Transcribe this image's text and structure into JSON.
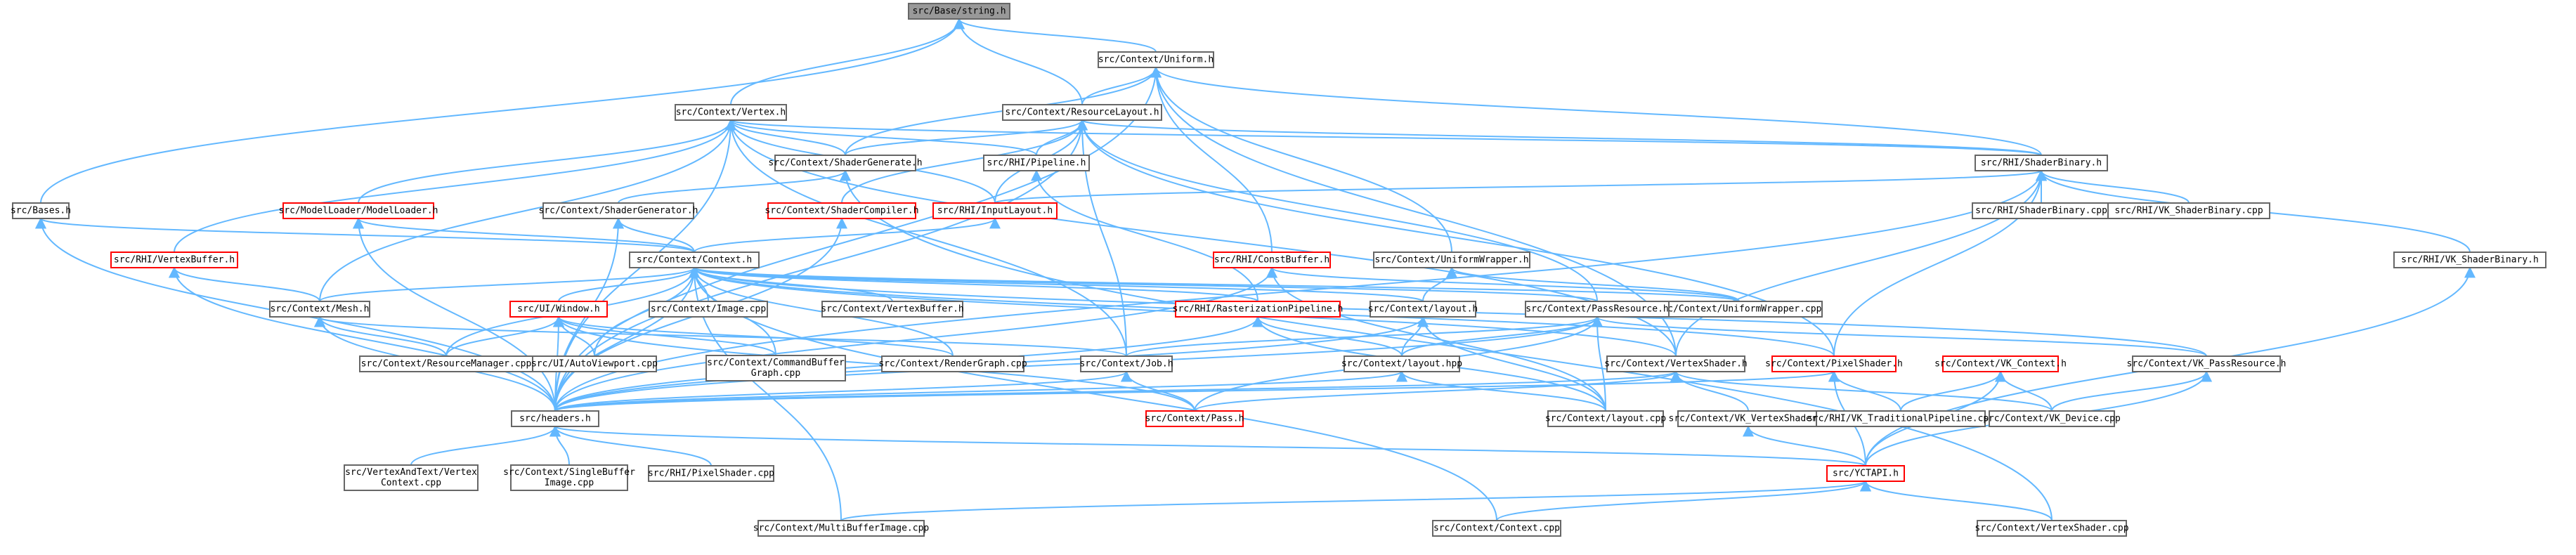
{
  "nodes": [
    {
      "id": "string",
      "label": "src/Base/string.h",
      "kind": "root"
    },
    {
      "id": "uniform",
      "label": "src/Context/Uniform.h"
    },
    {
      "id": "vertex",
      "label": "src/Context/Vertex.h"
    },
    {
      "id": "reslayout",
      "label": "src/Context/ResourceLayout.h"
    },
    {
      "id": "bases",
      "label": "src/Bases.h"
    },
    {
      "id": "shadergenerate",
      "label": "src/Context/ShaderGenerate.h"
    },
    {
      "id": "pipeline",
      "label": "src/RHI/Pipeline.h"
    },
    {
      "id": "modelloader",
      "label": "src/ModelLoader/ModelLoader.h",
      "kind": "red"
    },
    {
      "id": "shadergenerator",
      "label": "src/Context/ShaderGenerator.h"
    },
    {
      "id": "shadercompiler",
      "label": "src/Context/ShaderCompiler.h",
      "kind": "red"
    },
    {
      "id": "inputlayout",
      "label": "src/RHI/InputLayout.h",
      "kind": "red"
    },
    {
      "id": "shaderbinary",
      "label": "src/RHI/ShaderBinary.h"
    },
    {
      "id": "shaderbinarycpp",
      "label": "src/RHI/ShaderBinary.cpp"
    },
    {
      "id": "vkshaderbinarycpp",
      "label": "src/RHI/VK_ShaderBinary.cpp"
    },
    {
      "id": "vkshaderbinary",
      "label": "src/RHI/VK_ShaderBinary.h"
    },
    {
      "id": "rhivertexbuffer",
      "label": "src/RHI/VertexBuffer.h",
      "kind": "red"
    },
    {
      "id": "context",
      "label": "src/Context/Context.h"
    },
    {
      "id": "constbuffer",
      "label": "src/RHI/ConstBuffer.h",
      "kind": "red"
    },
    {
      "id": "uniformwrapper",
      "label": "src/Context/UniformWrapper.h"
    },
    {
      "id": "uniformwrappercpp",
      "label": "src/Context/UniformWrapper.cpp"
    },
    {
      "id": "mesh",
      "label": "src/Context/Mesh.h"
    },
    {
      "id": "uiwindow",
      "label": "src/UI/Window.h",
      "kind": "red"
    },
    {
      "id": "image",
      "label": "src/Context/Image.cpp"
    },
    {
      "id": "ctxvertexbuffer",
      "label": "src/Context/VertexBuffer.h"
    },
    {
      "id": "raster",
      "label": "src/RHI/RasterizationPipeline.h",
      "kind": "red"
    },
    {
      "id": "layouth",
      "label": "src/Context/layout.h"
    },
    {
      "id": "passres",
      "label": "src/Context/PassResource.h"
    },
    {
      "id": "resmanager",
      "label": "src/Context/ResourceManager.cpp"
    },
    {
      "id": "autoviewport",
      "label": "src/UI/AutoViewport.cpp"
    },
    {
      "id": "cmdbuf",
      "label": [
        "src/Context/CommandBuffer",
        "Graph.cpp"
      ]
    },
    {
      "id": "rendergraph",
      "label": "src/Context/RenderGraph.cpp"
    },
    {
      "id": "job",
      "label": "src/Context/Job.h"
    },
    {
      "id": "layouthpp",
      "label": "src/Context/layout.hpp"
    },
    {
      "id": "vertexshader",
      "label": "src/Context/VertexShader.h"
    },
    {
      "id": "pixelshader",
      "label": "src/Context/PixelShader.h",
      "kind": "red"
    },
    {
      "id": "vkcontext",
      "label": "src/Context/VK_Context.h",
      "kind": "red"
    },
    {
      "id": "vkpassres",
      "label": "src/Context/VK_PassResource.h"
    },
    {
      "id": "headers",
      "label": "src/headers.h"
    },
    {
      "id": "pass",
      "label": "src/Context/Pass.h",
      "kind": "red"
    },
    {
      "id": "layoutcpp",
      "label": "src/Context/layout.cpp"
    },
    {
      "id": "vkvertexshader",
      "label": "src/Context/VK_VertexShader.h"
    },
    {
      "id": "vktradpipe",
      "label": "src/RHI/VK_TraditionalPipeline.cpp"
    },
    {
      "id": "vkdevice",
      "label": "src/Context/VK_Device.cpp"
    },
    {
      "id": "vertexandtext",
      "label": [
        "src/VertexAndText/Vertex",
        "Context.cpp"
      ]
    },
    {
      "id": "singlebuffer",
      "label": [
        "src/Context/SingleBuffer",
        "Image.cpp"
      ]
    },
    {
      "id": "rhipixelshader",
      "label": "src/RHI/PixelShader.cpp"
    },
    {
      "id": "yctapi",
      "label": "src/YCTAPI.h",
      "kind": "red"
    },
    {
      "id": "multibuffer",
      "label": "src/Context/MultiBufferImage.cpp"
    },
    {
      "id": "contextcpp",
      "label": "src/Context/Context.cpp"
    },
    {
      "id": "vertexshadercpp",
      "label": "src/Context/VertexShader.cpp"
    }
  ],
  "edges": [
    [
      "uniform",
      "string"
    ],
    [
      "vertex",
      "string"
    ],
    [
      "reslayout",
      "string"
    ],
    [
      "bases",
      "string"
    ],
    [
      "reslayout",
      "uniform"
    ],
    [
      "shadergenerate",
      "uniform"
    ],
    [
      "constbuffer",
      "uniform"
    ],
    [
      "uniformwrapper",
      "uniform"
    ],
    [
      "shaderbinary",
      "uniform"
    ],
    [
      "headers",
      "uniform"
    ],
    [
      "vertexshader",
      "uniform"
    ],
    [
      "rhivertexbuffer",
      "vertex"
    ],
    [
      "modelloader",
      "vertex"
    ],
    [
      "shadergenerate",
      "vertex"
    ],
    [
      "pipeline",
      "vertex"
    ],
    [
      "mesh",
      "vertex"
    ],
    [
      "job",
      "vertex"
    ],
    [
      "headers",
      "vertex"
    ],
    [
      "inputlayout",
      "vertex"
    ],
    [
      "vertexshader",
      "vertex"
    ],
    [
      "shaderbinary",
      "vertex"
    ],
    [
      "pipeline",
      "reslayout"
    ],
    [
      "shadergenerate",
      "reslayout"
    ],
    [
      "shadercompiler",
      "reslayout"
    ],
    [
      "inputlayout",
      "reslayout"
    ],
    [
      "shaderbinary",
      "reslayout"
    ],
    [
      "job",
      "reslayout"
    ],
    [
      "headers",
      "reslayout"
    ],
    [
      "passres",
      "reslayout"
    ],
    [
      "pixelshader",
      "reslayout"
    ],
    [
      "context",
      "bases"
    ],
    [
      "headers",
      "bases"
    ],
    [
      "shadergenerator",
      "shadergenerate"
    ],
    [
      "vertexshadercpp",
      "shadergenerate"
    ],
    [
      "raster",
      "pipeline"
    ],
    [
      "context",
      "modelloader"
    ],
    [
      "headers",
      "modelloader"
    ],
    [
      "context",
      "shadergenerator"
    ],
    [
      "headers",
      "shadergenerator"
    ],
    [
      "headers",
      "shadercompiler"
    ],
    [
      "context",
      "inputlayout"
    ],
    [
      "shaderbinarycpp",
      "shaderbinary"
    ],
    [
      "vkshaderbinarycpp",
      "shaderbinary"
    ],
    [
      "vkshaderbinary",
      "shaderbinary"
    ],
    [
      "vertexshader",
      "shaderbinary"
    ],
    [
      "pixelshader",
      "shaderbinary"
    ],
    [
      "headers",
      "shaderbinary"
    ],
    [
      "inputlayout",
      "shaderbinary"
    ],
    [
      "yctapi",
      "vkshaderbinary"
    ],
    [
      "mesh",
      "rhivertexbuffer"
    ],
    [
      "headers",
      "rhivertexbuffer"
    ],
    [
      "mesh",
      "context"
    ],
    [
      "uiwindow",
      "context"
    ],
    [
      "image",
      "context"
    ],
    [
      "ctxvertexbuffer",
      "context"
    ],
    [
      "raster",
      "context"
    ],
    [
      "layouth",
      "context"
    ],
    [
      "passres",
      "context"
    ],
    [
      "resmanager",
      "context"
    ],
    [
      "autoviewport",
      "context"
    ],
    [
      "cmdbuf",
      "context"
    ],
    [
      "rendergraph",
      "context"
    ],
    [
      "headers",
      "context"
    ],
    [
      "multibuffer",
      "context"
    ],
    [
      "contextcpp",
      "context"
    ],
    [
      "uniformwrappercpp",
      "context"
    ],
    [
      "vkpassres",
      "context"
    ],
    [
      "vertexshader",
      "context"
    ],
    [
      "pixelshader",
      "context"
    ],
    [
      "layoutcpp",
      "constbuffer"
    ],
    [
      "headers",
      "constbuffer"
    ],
    [
      "uniformwrappercpp",
      "constbuffer"
    ],
    [
      "uniformwrappercpp",
      "uniformwrapper"
    ],
    [
      "layouth",
      "uniformwrapper"
    ],
    [
      "headers",
      "mesh"
    ],
    [
      "resmanager",
      "mesh"
    ],
    [
      "job",
      "mesh"
    ],
    [
      "resmanager",
      "uiwindow"
    ],
    [
      "autoviewport",
      "uiwindow"
    ],
    [
      "cmdbuf",
      "uiwindow"
    ],
    [
      "rendergraph",
      "uiwindow"
    ],
    [
      "headers",
      "uiwindow"
    ],
    [
      "pass",
      "uiwindow"
    ],
    [
      "headers",
      "raster"
    ],
    [
      "layouthpp",
      "raster"
    ],
    [
      "layoutcpp",
      "raster"
    ],
    [
      "layouthpp",
      "layouth"
    ],
    [
      "layoutcpp",
      "layouth"
    ],
    [
      "headers",
      "layouth"
    ],
    [
      "job",
      "passres"
    ],
    [
      "layouthpp",
      "passres"
    ],
    [
      "headers",
      "passres"
    ],
    [
      "vkpassres",
      "passres"
    ],
    [
      "pass",
      "passres"
    ],
    [
      "layoutcpp",
      "passres"
    ],
    [
      "headers",
      "job"
    ],
    [
      "pass",
      "job"
    ],
    [
      "layoutcpp",
      "layouthpp"
    ],
    [
      "headers",
      "layouthpp"
    ],
    [
      "headers",
      "vertexshader"
    ],
    [
      "vkvertexshader",
      "vertexshader"
    ],
    [
      "vkdevice",
      "vertexshader"
    ],
    [
      "pass",
      "vertexshader"
    ],
    [
      "headers",
      "pixelshader"
    ],
    [
      "vktradpipe",
      "pixelshader"
    ],
    [
      "yctapi",
      "pixelshader"
    ],
    [
      "vktradpipe",
      "vkcontext"
    ],
    [
      "vkdevice",
      "vkcontext"
    ],
    [
      "yctapi",
      "vkcontext"
    ],
    [
      "yctapi",
      "vkpassres"
    ],
    [
      "vkdevice",
      "vkpassres"
    ],
    [
      "vertexandtext",
      "headers"
    ],
    [
      "singlebuffer",
      "headers"
    ],
    [
      "rhipixelshader",
      "headers"
    ],
    [
      "yctapi",
      "headers"
    ],
    [
      "yctapi",
      "vkvertexshader"
    ],
    [
      "multibuffer",
      "yctapi"
    ],
    [
      "contextcpp",
      "yctapi"
    ],
    [
      "vertexshadercpp",
      "yctapi"
    ]
  ]
}
